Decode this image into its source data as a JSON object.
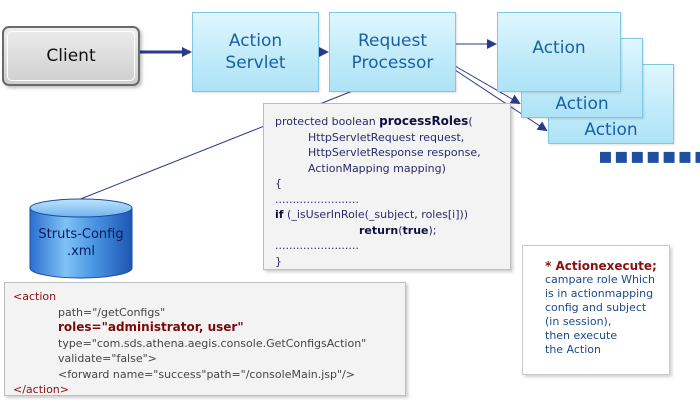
{
  "client": {
    "label": "Client"
  },
  "servlet": {
    "line1": "Action",
    "line2": "Servlet"
  },
  "processor": {
    "line1": "Request",
    "line2": "Processor"
  },
  "actions": [
    "Action",
    "Action",
    "Action"
  ],
  "more_indicator": "▪▪▪▪▪▪▪▪",
  "code": {
    "l1_prefix": "protected boolean ",
    "l1_method": "processRoles",
    "l1_suffix": "(",
    "l2": "HttpServletRequest request,",
    "l3": "HttpServletResponse response,",
    "l4": "ActionMapping mapping)",
    "l5": "{",
    "l6": "........................",
    "l7_if": "if",
    "l7_rest": " (_isUserInRole(_subject, roles[i]))",
    "l8_return": "return",
    "l8_paren_open": "(",
    "l8_true": "true",
    "l8_end": ");",
    "l9": "........................",
    "l10": "}"
  },
  "db": {
    "line1": "Struts-Config",
    "line2": ".xml"
  },
  "xml": {
    "open": "<action",
    "path": "path=\"/getConfigs\"",
    "roles": "roles=\"administrator, user\"",
    "type": "type=\"com.sds.athena.aegis.console.GetConfigsAction\"",
    "validate": "validate=\"false\">",
    "forward": "<forward name=\"success\"path=\"/consoleMain.jsp\"/>",
    "close": "</action>"
  },
  "note": {
    "title": "* Actionexecute;",
    "lines": [
      "campare role Which",
      "is in actionmapping",
      "config and subject",
      "(in session),",
      "then execute",
      "the Action"
    ]
  },
  "colors": {
    "arrow": "#2a3a8a",
    "cyan_text": "#1a5fa6",
    "code_text": "#2a2a6a",
    "xml_tag": "#8a1010"
  }
}
